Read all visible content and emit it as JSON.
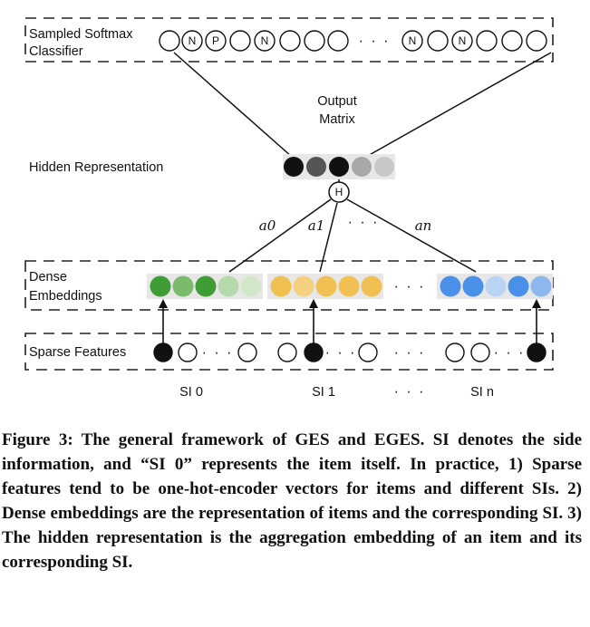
{
  "labels": {
    "sampled_softmax": [
      "Sampled Softmax",
      "Classifier"
    ],
    "output_matrix": [
      "Output",
      "Matrix"
    ],
    "hidden_representation": "Hidden Representation",
    "dense_embeddings": [
      "Dense",
      "Embeddings"
    ],
    "sparse_features": "Sparse Features",
    "hidden_node": "H",
    "weights": [
      "a0",
      "a1",
      "an"
    ],
    "ellipsis": "· · ·",
    "si_labels": [
      "SI 0",
      "SI 1",
      "SI n"
    ]
  },
  "softmax_nodes": [
    "",
    "N",
    "P",
    "",
    "N",
    "",
    "",
    "",
    "...",
    "N",
    "",
    "N",
    "",
    "",
    ""
  ],
  "hidden_colors": [
    "#111111",
    "#555555",
    "#111111",
    "#a8a8a8",
    "#c8c8c8"
  ],
  "dense_groups": [
    [
      "#3f9d35",
      "#79bb6b",
      "#3f9d35",
      "#b6d9ab",
      "#d2e8c9"
    ],
    [
      "#f0c052",
      "#f5d07e",
      "#f0c052",
      "#f0c052",
      "#f0c052"
    ],
    [
      "#4a90e8",
      "#4a90e8",
      "#b9d3f3",
      "#4a90e8",
      "#8db7ef"
    ]
  ],
  "caption": "Figure 3: The general framework of GES and EGES. SI denotes the side information, and “SI 0” represents the item itself. In practice, 1) Sparse features tend to be one-hot-encoder vectors for items and different SIs. 2) Dense embeddings are the representation of items and the corresponding SI. 3) The hidden representation is the aggregation embedding of an item and its corresponding SI."
}
